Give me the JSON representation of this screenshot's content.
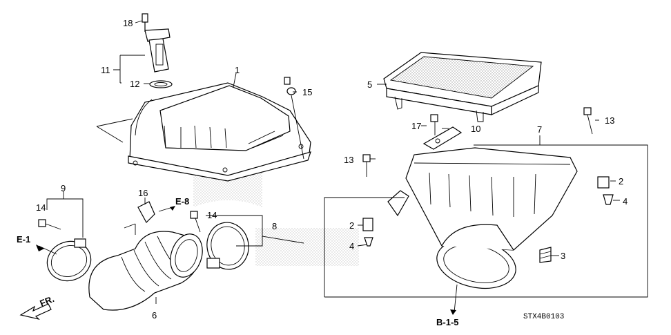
{
  "diagram": {
    "callouts": [
      "18",
      "11",
      "12",
      "1",
      "15",
      "5",
      "17",
      "10",
      "13",
      "7",
      "2",
      "4",
      "3",
      "9",
      "14",
      "16",
      "8",
      "6"
    ],
    "second_callouts": {
      "13b": "13",
      "2b": "2",
      "4b": "4"
    },
    "references": {
      "e8": "E-8",
      "e1": "E-1",
      "b15": "B-1-5",
      "front": "FR."
    },
    "drawing_code": "STX4B0103"
  },
  "colors": {
    "ink": "#000000",
    "paper": "#ffffff",
    "stipple": "#9a9a9a"
  }
}
